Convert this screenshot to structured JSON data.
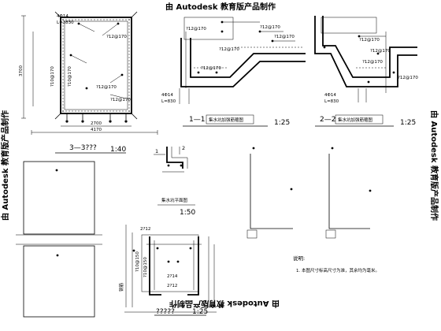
{
  "watermarks": {
    "top": "由 Autodesk 教育版产品制作",
    "left": "由 Autodesk 教育版产品制作",
    "right": "由 Autodesk 教育版产品制作",
    "bottom": "由 Autodesk 教育版产品制作"
  },
  "plan": {
    "rebar_1": "4Φ14",
    "length_1": "L=3830",
    "rebar_2": "?12@170",
    "rebar_3": "?10@170",
    "rebar_4": "?10@170",
    "rebar_5": "?12@170",
    "rebar_6": "?12@170",
    "dim_bottom": "2700",
    "dim_total": "4170",
    "dim_left": "3700"
  },
  "section_1": {
    "title": "1—1",
    "subtitle": "集水坑加强筋箍图",
    "scale": "1:25",
    "rebar_a": "?12@170",
    "rebar_b": "?12@170",
    "rebar_c": "?12@170",
    "rebar_d": "?12@170",
    "rebar_e": "?12@170",
    "rebar_main": "4Φ14",
    "length": "L=830"
  },
  "section_2": {
    "title": "2—2",
    "subtitle": "集水坑加强筋箍图",
    "scale": "1:25",
    "rebar_a": "?12@170",
    "rebar_b": "?12@170",
    "rebar_c": "?12@170",
    "rebar_d": "?12@170",
    "rebar_main": "4Φ14",
    "length": "L=830"
  },
  "section_3": {
    "title": "3—3???",
    "scale": "1:40"
  },
  "pit_plan": {
    "mark_1": "1",
    "mark_2": "2",
    "caption": "集水坑平面图",
    "scale": "1:50"
  },
  "detail": {
    "rebar_a": "2?12",
    "rebar_b": "?10@150",
    "rebar_c": "?10@150",
    "rebar_d": "2?14",
    "rebar_e": "2?12",
    "side_label": "钢筋",
    "title": "?????",
    "scale": "1:25"
  },
  "notes": {
    "heading": "说明:",
    "item_1": "1.  本图尺寸标高尺寸为准，其余均为毫米。"
  }
}
